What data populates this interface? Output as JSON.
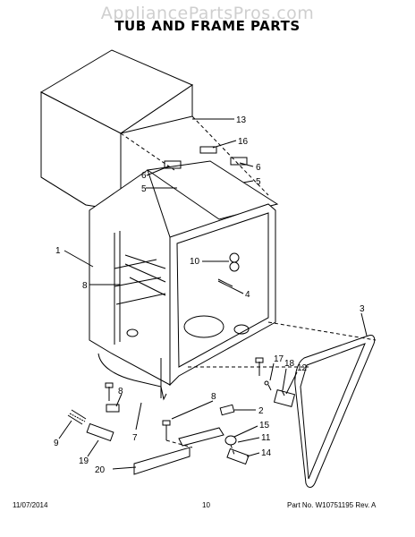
{
  "watermark": "AppliancePartsPros.com",
  "title": "TUB AND FRAME PARTS",
  "callouts": {
    "c1": "1",
    "c2": "2",
    "c3": "3",
    "c4": "4",
    "c5a": "5",
    "c5b": "5",
    "c6a": "6",
    "c6b": "6",
    "c7": "7",
    "c8a": "8",
    "c8b": "8",
    "c8c": "8",
    "c9": "9",
    "c10": "10",
    "c11": "11",
    "c12": "12",
    "c13": "13",
    "c14": "14",
    "c15": "15",
    "c16": "16",
    "c17": "17",
    "c18": "18",
    "c19": "19",
    "c20": "20"
  },
  "footer": {
    "date": "11/07/2014",
    "page": "10",
    "part": "Part No.  W10751195  Rev. A"
  }
}
